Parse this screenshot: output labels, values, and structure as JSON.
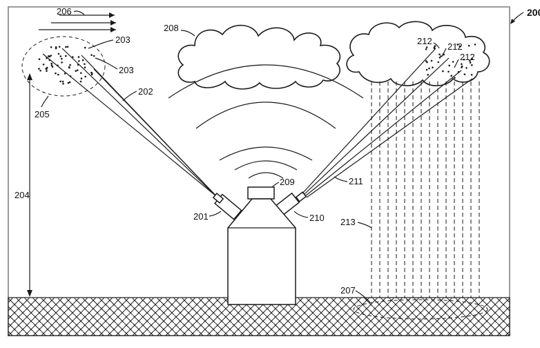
{
  "figure_ref": "200",
  "labels": {
    "lidar_left": "201",
    "beam_left": "202",
    "particles_a": "203",
    "particles_b": "203",
    "altitude": "204",
    "aerosol_region": "205",
    "wind": "206",
    "rain_ground": "207",
    "cloud_left": "208",
    "radar": "209",
    "lidar_right": "210",
    "beam_right": "211",
    "drops_1": "212",
    "drops_2": "212",
    "drops_3": "212",
    "rainfall": "213"
  },
  "colors": {
    "ink": "#1a1a1a",
    "background": "#ffffff",
    "frame": "#9a9a9a"
  }
}
